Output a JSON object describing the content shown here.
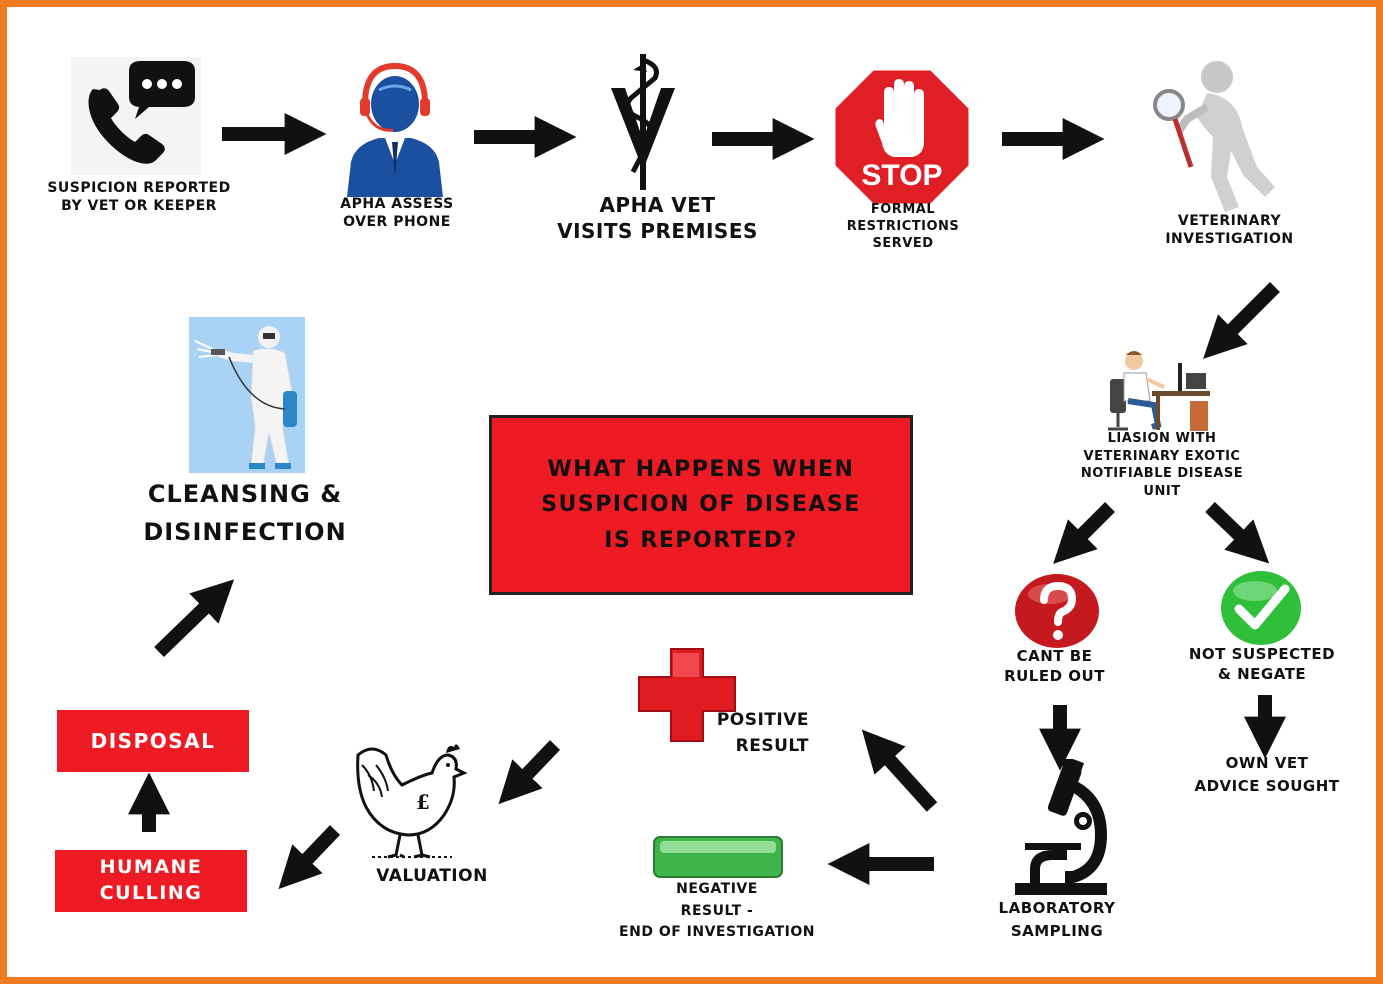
{
  "title": [
    "WHAT HAPPENS WHEN",
    "SUSPICION OF DISEASE",
    "IS REPORTED?"
  ],
  "colors": {
    "border": "#f07a1f",
    "red": "#ee1b24",
    "green": "#3fb44a",
    "blue": "#1b4fa0"
  },
  "steps": {
    "suspicion": [
      "SUSPICION REPORTED",
      "BY VET OR KEEPER"
    ],
    "apha_assess": [
      "APHA ASSESS",
      "OVER PHONE"
    ],
    "apha_vet": [
      "APHA VET",
      "VISITS PREMISES"
    ],
    "stop_sign": "STOP",
    "formal": [
      "FORMAL",
      "RESTRICTIONS",
      "SERVED"
    ],
    "vet_investigation": [
      "VETERINARY",
      "INVESTIGATION"
    ],
    "liaison": [
      "LIASION WITH",
      "VETERINARY EXOTIC",
      "NOTIFIABLE DISEASE",
      "UNIT"
    ],
    "cant_rule_out": [
      "CANT BE",
      "RULED OUT"
    ],
    "not_suspected": [
      "NOT SUSPECTED",
      "& NEGATE"
    ],
    "own_vet": [
      "OWN VET",
      "ADVICE SOUGHT"
    ],
    "laboratory": [
      "LABORATORY",
      "SAMPLING"
    ],
    "negative": [
      "NEGATIVE",
      "RESULT -",
      "END OF INVESTIGATION"
    ],
    "positive": [
      "POSITIVE",
      "RESULT"
    ],
    "valuation": "VALUATION",
    "pound_sign": "£",
    "humane_culling": [
      "HUMANE",
      "CULLING"
    ],
    "disposal": "DISPOSAL",
    "cleansing": [
      "CLEANSING &",
      "DISINFECTION"
    ]
  },
  "icons": [
    "phone-chat-icon",
    "call-centre-agent-icon",
    "veterinary-caduceus-icon",
    "stop-sign-icon",
    "magnifier-investigator-icon",
    "office-desk-worker-icon",
    "question-mark-icon",
    "checkmark-icon",
    "microscope-icon",
    "green-bar-icon",
    "red-cross-icon",
    "chicken-icon",
    "hazmat-disinfection-icon"
  ]
}
